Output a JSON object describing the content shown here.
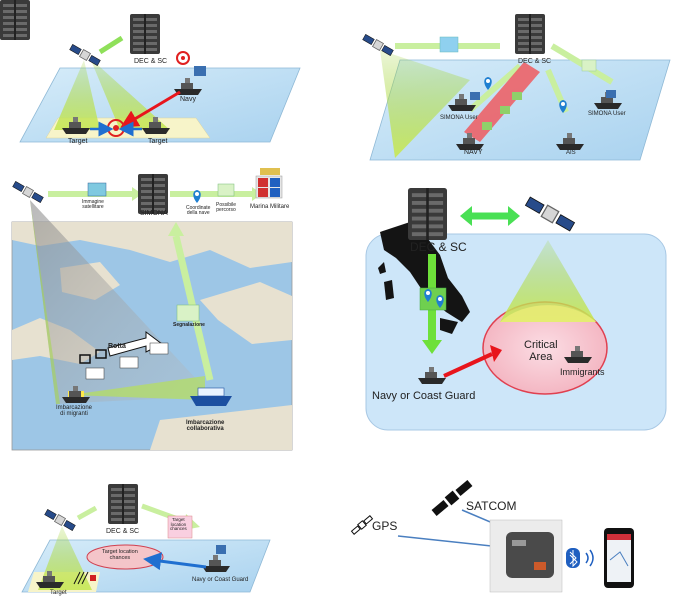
{
  "panel1": {
    "center": "DEC & SC",
    "navy": "Navy",
    "target_left": "Target",
    "target_right": "Target"
  },
  "panel2": {
    "center": "DEC & SC",
    "simona_user_left": "SIMONA User",
    "simona_user_right": "SIMONA User",
    "navy": "NAVY",
    "ais": "AIS"
  },
  "panel3": {
    "satellite_image": "Immagine\nsatellitare",
    "simona": "SIMONA",
    "coords": "Coordinate\ndella nave",
    "path": "Possibile\npercorso",
    "marina": "Marina Militare",
    "rotta": "Rotta",
    "segnalazione": "Segnalazione",
    "migranti": "Imbarcazione\ndi migranti",
    "collaborativa": "Imbarcazione\ncollaborativa"
  },
  "panel4": {
    "center": "DEC & SC",
    "navy": "Navy or Coast Guard",
    "critical": "Critical\nArea",
    "immigrants": "Immigrants"
  },
  "panel5": {
    "center": "DEC & SC",
    "target_location_tag": "Target\nlocation\nchances",
    "target_location_chances": "Target location\nchances",
    "navy": "Navy or Coast Guard",
    "target": "Target"
  },
  "panel6": {
    "satcom": "SATCOM",
    "gps": "GPS"
  },
  "colors": {
    "sea": "#bfe0f5",
    "beam": "#b8d94a",
    "green_arrow": "#6ee03a",
    "red_arrow": "#e8151c",
    "blue_arrow": "#1f6fd0"
  }
}
